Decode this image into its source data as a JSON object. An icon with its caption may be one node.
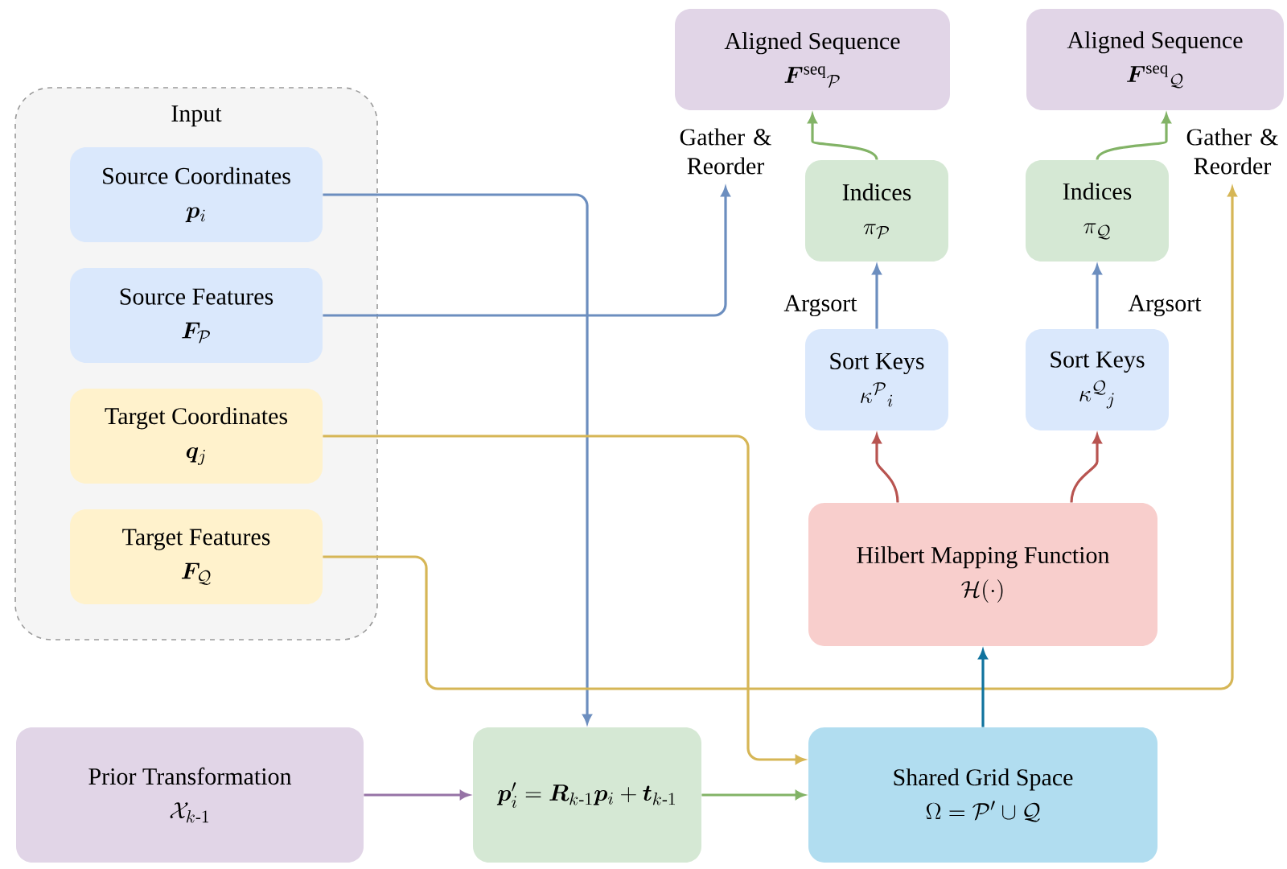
{
  "diagram": {
    "nodes": [
      {
        "text": [
          "Input"
        ]
      },
      {
        "text": [
          "Source Coordinates",
          "\\boldsymbol{p}_i"
        ],
        "in": 0
      },
      {
        "text": [
          "Source Features",
          "\\boldsymbol{F}_{\\mathcal{P}}"
        ],
        "in": 0
      },
      {
        "text": [
          "Target Coordinates",
          "\\boldsymbol{q}_j"
        ],
        "in": 0
      },
      {
        "text": [
          "Target Features",
          "\\boldsymbol{F}_{\\mathcal{Q}}"
        ],
        "in": 0
      },
      {
        "text": [
          "Aligned Sequence",
          "\\boldsymbol{F}^{\\mathrm{seq}}{}_{\\mathcal{P}}"
        ]
      },
      {
        "text": [
          "Aligned Sequence",
          "\\boldsymbol{F}^{\\mathrm{seq}}{}_{\\mathcal{Q}}"
        ]
      },
      {
        "text": [
          "Indices",
          "\\pi_{\\mathcal{P}}"
        ]
      },
      {
        "text": [
          "Indices",
          "\\pi_{\\mathcal{Q}}"
        ]
      },
      {
        "text": [
          "Sort Keys",
          "\\kappa^{\\mathcal{P}}{}_{i}"
        ]
      },
      {
        "text": [
          "Sort Keys",
          "\\kappa^{\\mathcal{Q}}{}_{j}"
        ]
      },
      {
        "text": [
          "Hilbert Mapping Function",
          "\\mathcal{H}(\\cdot)"
        ]
      },
      {
        "text": [
          "Prior Transformation",
          "\\mathcal{X}_{k\\text{-}1}"
        ]
      },
      {
        "text": [
          "\\boldsymbol{p}_i'=\\boldsymbol{R}_{k\\text{-}1}\\boldsymbol{p}_i+\\boldsymbol{t}_{k\\text{-}1}"
        ]
      },
      {
        "text": [
          "Shared Grid Space",
          "\\Omega=\\mathcal{P}'\\cup\\mathcal{Q}"
        ]
      },
      {
        "text": [
          "Gather & Reorder"
        ]
      },
      {
        "text": [
          "Gather & Reorder"
        ]
      }
    ],
    "edges": [
      {
        "from": 1,
        "to": 13,
        "arrow": "to"
      },
      {
        "from": 2,
        "to": 15,
        "arrow": "to"
      },
      {
        "from": 3,
        "to": 14,
        "arrow": "to",
        "color": "#d6b656"
      },
      {
        "from": 4,
        "to": 16,
        "arrow": "to",
        "color": "#d6b656"
      },
      {
        "from": 12,
        "to": 13,
        "arrow": "to",
        "color": "#9673a6"
      },
      {
        "from": 13,
        "to": 14,
        "arrow": "to",
        "color": "#82b366"
      },
      {
        "from": 14,
        "to": 11,
        "arrow": "to",
        "color": "#10739e"
      },
      {
        "from": 11,
        "to": 9,
        "arrow": "to",
        "color": "#b85450"
      },
      {
        "from": 11,
        "to": 10,
        "arrow": "to",
        "color": "#b85450"
      },
      {
        "from": 9,
        "to": 7,
        "arrow": "to",
        "label": "Argsort"
      },
      {
        "from": 10,
        "to": 8,
        "arrow": "to",
        "label": "Argsort"
      },
      {
        "from": 7,
        "to": 5,
        "arrow": "to",
        "color": "#82b366"
      },
      {
        "from": 8,
        "to": 6,
        "arrow": "to",
        "color": "#82b366"
      }
    ]
  }
}
